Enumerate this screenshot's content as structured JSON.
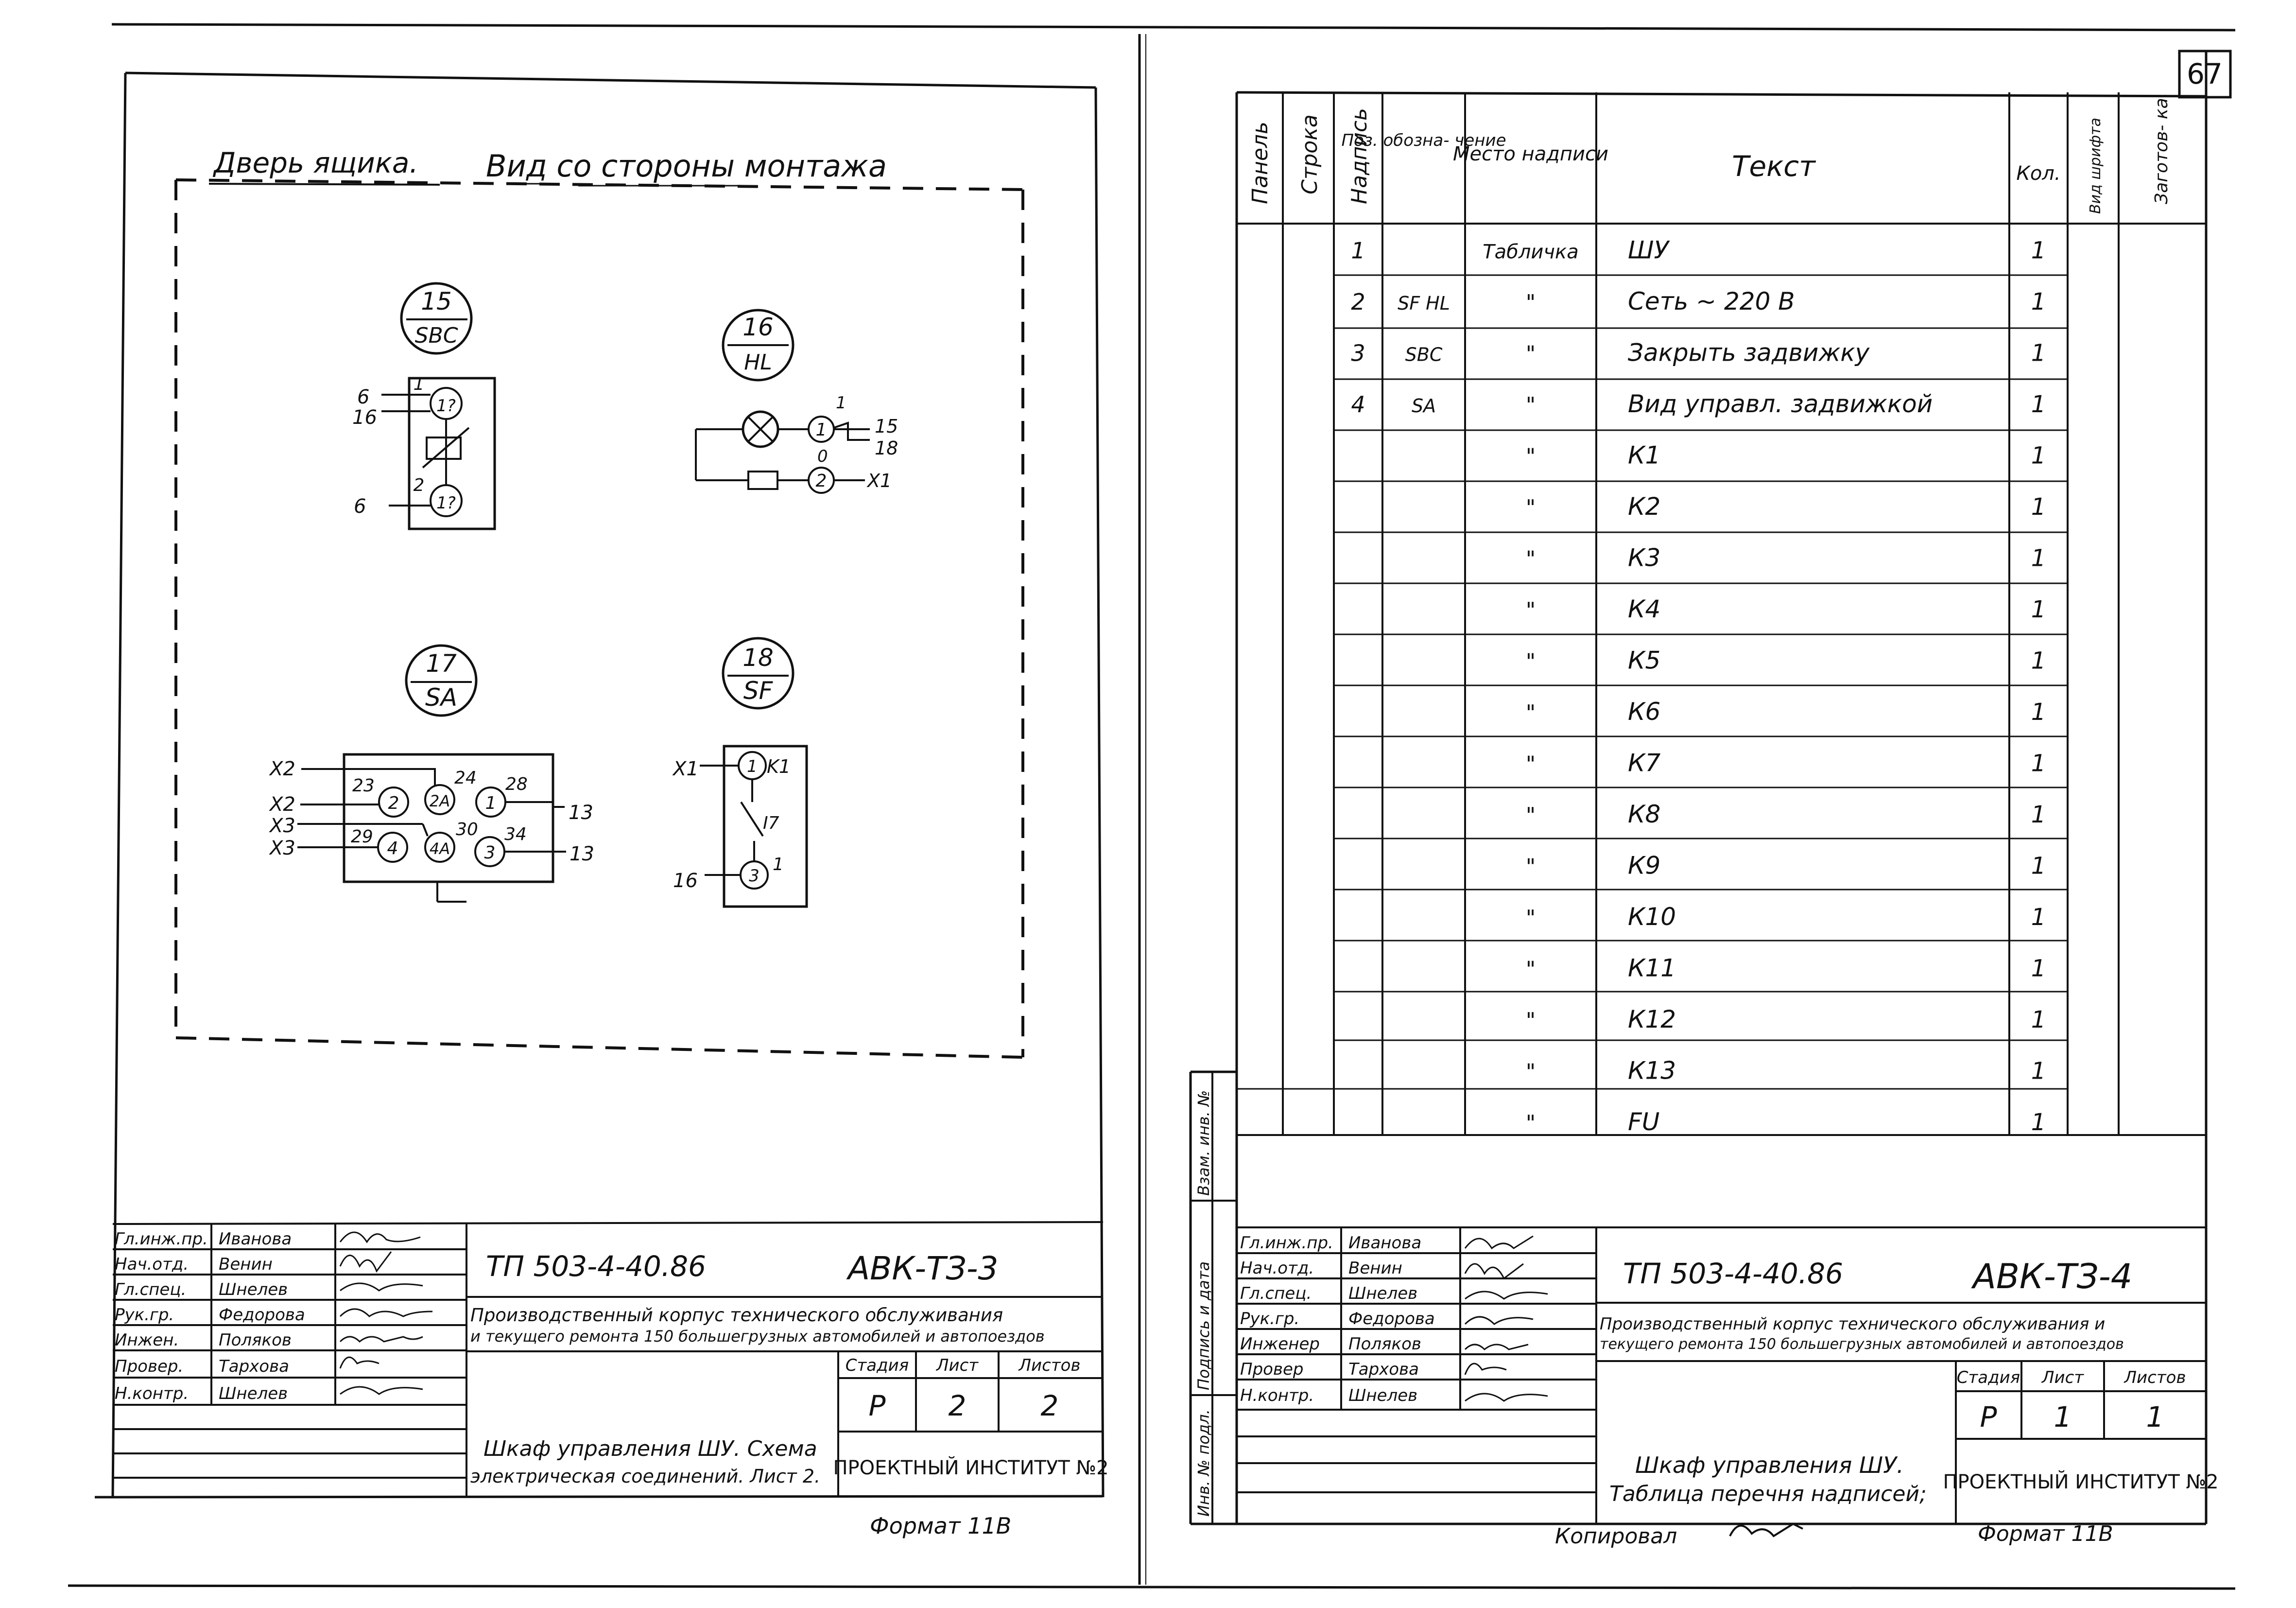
{
  "page_number": "67",
  "left_sheet": {
    "title": "Дверь ящика.",
    "view_label": "Вид со стороны монтажа",
    "components": [
      {
        "ref": "15",
        "name": "SBC",
        "terminal_upper": "1",
        "terminal_lower": "2",
        "contact_upper": "1?",
        "contact_lower": "1?",
        "wire_6": "6",
        "wire_16": "16",
        "wire_6b": "6"
      },
      {
        "ref": "16",
        "name": "HL",
        "node_1": "1",
        "node_2": "2",
        "label_0": "0",
        "label_1": "1",
        "wire_15": "15",
        "wire_18": "18",
        "wire_x1": "X1"
      },
      {
        "ref": "17",
        "name": "SA",
        "x2a": "X2",
        "x2b": "X2",
        "x3a": "X3",
        "x3b": "X3",
        "t23": "23",
        "t24": "24",
        "t28": "28",
        "t29": "29",
        "t30": "30",
        "t34": "34",
        "c2": "2",
        "c2a": "2A",
        "c1": "1",
        "c4": "4",
        "c4a": "4A",
        "c3": "3",
        "w13a": "13",
        "w13b": "13"
      },
      {
        "ref": "18",
        "name": "SF",
        "x1": "X1",
        "k1": "K1",
        "c1": "1",
        "c3": "3",
        "i7": "I7",
        "one": "1",
        "w16": "16"
      }
    ],
    "stamp": {
      "roles": [
        "Гл.инж.пр.",
        "Нач.отд.",
        "Гл.спец.",
        "Рук.гр.",
        "Инжен.",
        "Провер.",
        "Н.контр."
      ],
      "names": [
        "Иванова",
        "Венин",
        "Шнелев",
        "Федорова",
        "Поляков",
        "Тархова",
        "Шнелев"
      ],
      "code": "ТП 503-4-40.86",
      "sheet_code": "АВК-ТЗ-3",
      "project_line1": "Производственный корпус технического обслуживания",
      "project_line2": "и текущего ремонта 150 большегрузных автомобилей и автопоездов",
      "stage_header": "Стадия",
      "sheet_header": "Лист",
      "sheets_header": "Листов",
      "stage": "Р",
      "sheet": "2",
      "sheets": "2",
      "drawing_line1": "Шкаф управления ШУ. Схема",
      "drawing_line2": "электрическая соединений. Лист 2.",
      "institute": "ПРОЕКТНЫЙ ИНСТИТУТ №2"
    },
    "format": "Формат 11В"
  },
  "right_sheet": {
    "columns": [
      "Панель",
      "Строка",
      "Надпись",
      "Поз. обозна- чение",
      "Место надписи",
      "Текст",
      "Кол.",
      "Вид шрифта",
      "Заготов- ка."
    ],
    "rows": [
      {
        "n": "1",
        "pos": "",
        "place": "Табличка",
        "text": "ШУ",
        "qty": "1"
      },
      {
        "n": "2",
        "pos": "SF HL",
        "place": "\"",
        "text": "Сеть ~ 220 В",
        "qty": "1"
      },
      {
        "n": "3",
        "pos": "SBC",
        "place": "\"",
        "text": "Закрыть задвижку",
        "qty": "1"
      },
      {
        "n": "4",
        "pos": "SA",
        "place": "\"",
        "text": "Вид управл. задвижкой",
        "qty": "1"
      },
      {
        "n": "",
        "pos": "",
        "place": "\"",
        "text": "К1",
        "qty": "1"
      },
      {
        "n": "",
        "pos": "",
        "place": "\"",
        "text": "К2",
        "qty": "1"
      },
      {
        "n": "",
        "pos": "",
        "place": "\"",
        "text": "К3",
        "qty": "1"
      },
      {
        "n": "",
        "pos": "",
        "place": "\"",
        "text": "К4",
        "qty": "1"
      },
      {
        "n": "",
        "pos": "",
        "place": "\"",
        "text": "К5",
        "qty": "1"
      },
      {
        "n": "",
        "pos": "",
        "place": "\"",
        "text": "К6",
        "qty": "1"
      },
      {
        "n": "",
        "pos": "",
        "place": "\"",
        "text": "К7",
        "qty": "1"
      },
      {
        "n": "",
        "pos": "",
        "place": "\"",
        "text": "К8",
        "qty": "1"
      },
      {
        "n": "",
        "pos": "",
        "place": "\"",
        "text": "К9",
        "qty": "1"
      },
      {
        "n": "",
        "pos": "",
        "place": "\"",
        "text": "К10",
        "qty": "1"
      },
      {
        "n": "",
        "pos": "",
        "place": "\"",
        "text": "К11",
        "qty": "1"
      },
      {
        "n": "",
        "pos": "",
        "place": "\"",
        "text": "К12",
        "qty": "1"
      },
      {
        "n": "",
        "pos": "",
        "place": "\"",
        "text": "К13",
        "qty": "1"
      },
      {
        "n": "",
        "pos": "",
        "place": "\"",
        "text": "FU",
        "qty": "1"
      }
    ],
    "side_labels": [
      "Взам. инв. №",
      "Подпись и дата",
      "Инв. № подл."
    ],
    "stamp": {
      "roles": [
        "Гл.инж.пр.",
        "Нач.отд.",
        "Гл.спец.",
        "Рук.гр.",
        "Инженер",
        "Провер",
        "Н.контр."
      ],
      "names": [
        "Иванова",
        "Венин",
        "Шнелев",
        "Федорова",
        "Поляков",
        "Тархова",
        "Шнелев"
      ],
      "code": "ТП 503-4-40.86",
      "sheet_code": "АВК-ТЗ-4",
      "project_line1": "Производственный корпус технического обслуживания и",
      "project_line2": "текущего ремонта 150 большегрузных автомобилей и автопоездов",
      "stage_header": "Стадия",
      "sheet_header": "Лист",
      "sheets_header": "Листов",
      "stage": "Р",
      "sheet": "1",
      "sheets": "1",
      "drawing_line1": "Шкаф управления ШУ.",
      "drawing_line2": "Таблица перечня надписей;",
      "institute": "ПРОЕКТНЫЙ ИНСТИТУТ №2"
    },
    "copied_label": "Копировал",
    "format": "Формат 11В"
  },
  "colors": {
    "ink": "#111111",
    "paper": "#ffffff"
  }
}
